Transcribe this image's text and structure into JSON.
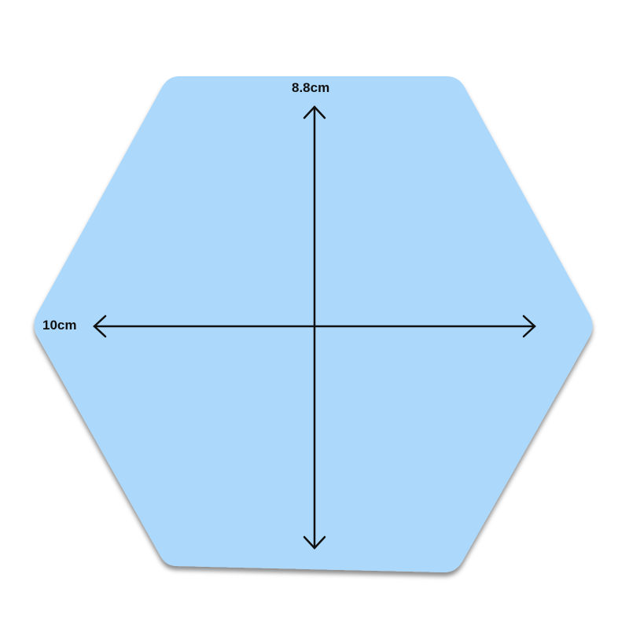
{
  "diagram": {
    "shape": "hexagon",
    "fill_color": "#acd8fb",
    "vertical_measure": {
      "label": "8.8cm"
    },
    "horizontal_measure": {
      "label": "10cm"
    },
    "arrow_color": "#111111"
  }
}
